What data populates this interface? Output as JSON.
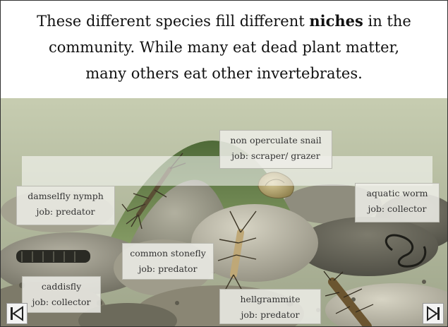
{
  "intro": {
    "line1_a": "These different species fill different ",
    "line1_bold": "niches",
    "line1_b": " in the",
    "line2": "community. While many eat dead plant matter,",
    "line3": "many others eat other invertebrates."
  },
  "organisms": [
    {
      "name": "non operculate snail",
      "job": "job: scraper/ grazer"
    },
    {
      "name": "damselfly nymph",
      "job": "job: predator"
    },
    {
      "name": "aquatic worm",
      "job": "job: collector"
    },
    {
      "name": "common stonefly",
      "job": "job: predator"
    },
    {
      "name": "caddisfly",
      "job": "job: collector"
    },
    {
      "name": "hellgrammite",
      "job": "job: predator"
    }
  ],
  "colors": {
    "water": "#b9c1a3",
    "rock": "#8a8878",
    "moss": "#6f8a55",
    "accent": "#222222"
  },
  "icons": {
    "prev": "skip-back-icon",
    "next": "skip-forward-icon"
  }
}
